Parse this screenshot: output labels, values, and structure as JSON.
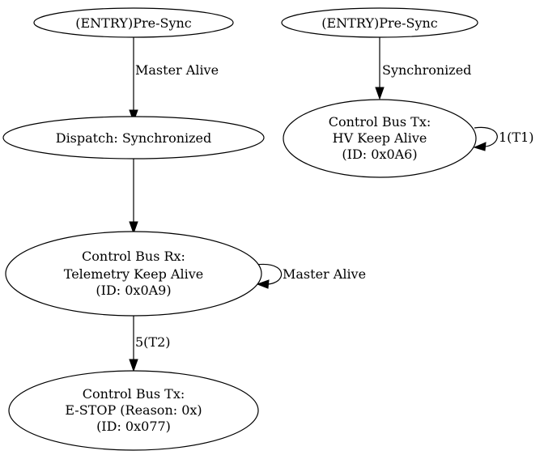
{
  "nodes": {
    "entry_left": {
      "lines": [
        "(ENTRY)Pre-Sync"
      ]
    },
    "dispatch": {
      "lines": [
        "Dispatch: Synchronized"
      ]
    },
    "rx_telemetry": {
      "lines": [
        "Control Bus Rx:",
        "Telemetry Keep Alive",
        "(ID: 0x0A9)"
      ]
    },
    "tx_estop": {
      "lines": [
        "Control Bus Tx:",
        "E-STOP (Reason: 0x)",
        "(ID: 0x077)"
      ]
    },
    "entry_right": {
      "lines": [
        "(ENTRY)Pre-Sync"
      ]
    },
    "tx_hv": {
      "lines": [
        "Control Bus Tx:",
        "HV Keep Alive",
        "(ID: 0x0A6)"
      ]
    }
  },
  "edges": {
    "entry_to_dispatch": {
      "label": "Master Alive"
    },
    "dispatch_to_rx": {
      "label": ""
    },
    "rx_self_loop": {
      "label": "Master Alive"
    },
    "rx_to_estop": {
      "label": "5(T2)"
    },
    "entry_right_to_hv": {
      "label": "Synchronized"
    },
    "hv_self_loop": {
      "label": "1(T1)"
    }
  }
}
